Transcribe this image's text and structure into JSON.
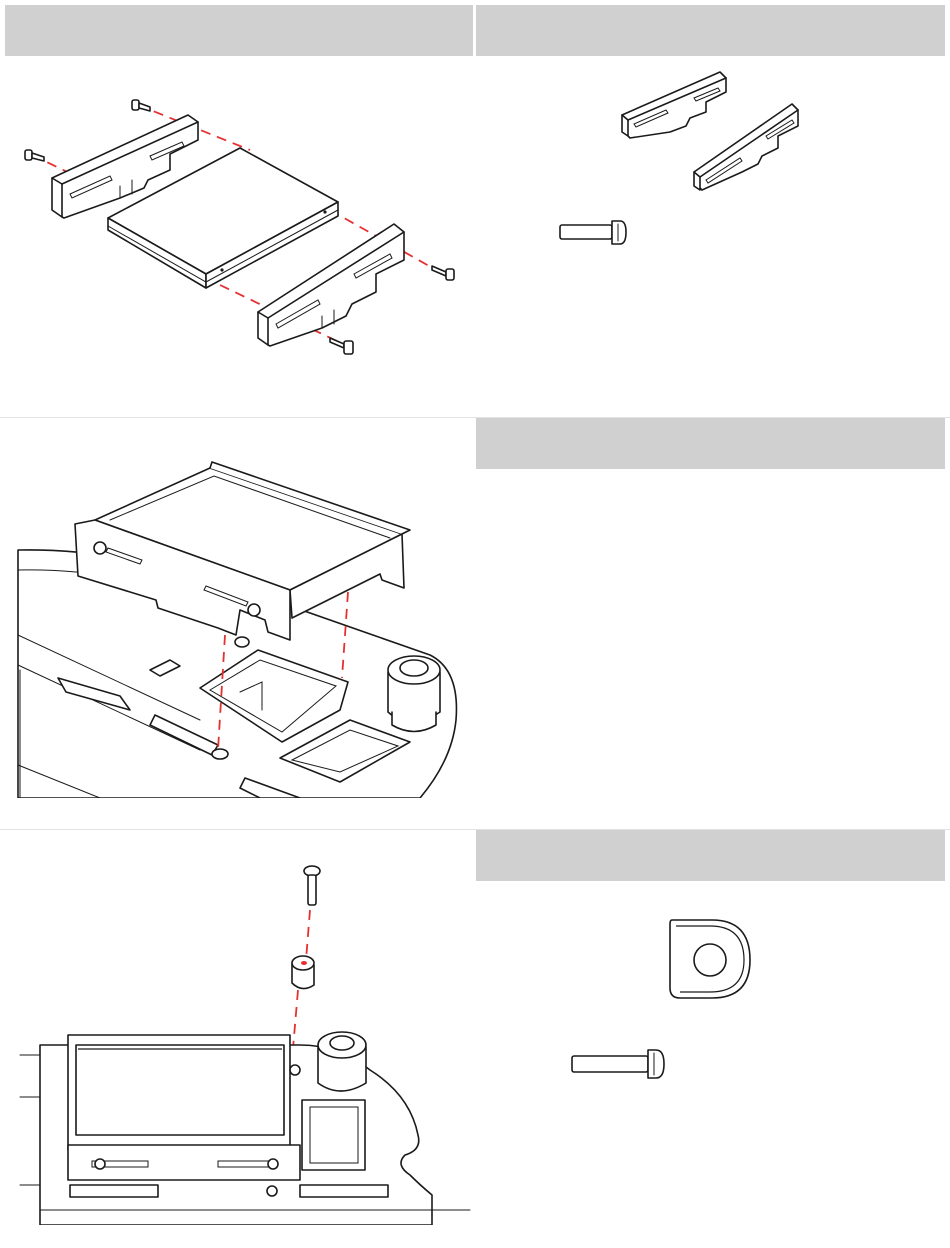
{
  "page": {
    "background": "#ffffff",
    "header_band_color": "#d0d0d0",
    "guide_line_color": "#e53030",
    "line_color": "#1a1a1a"
  },
  "header_bands": [
    {
      "id": "step1-header",
      "text": ""
    },
    {
      "id": "step1-parts-header",
      "text": ""
    },
    {
      "id": "step2-parts-header",
      "text": ""
    },
    {
      "id": "step3-parts-header",
      "text": ""
    }
  ],
  "illustrations": {
    "step1": {
      "icon": "drive-bracket-assembly-illustration"
    },
    "step1_parts": {
      "icons": [
        "mounting-bracket-icon",
        "mounting-bracket-icon",
        "drive-screw-icon"
      ]
    },
    "step2": {
      "icon": "drive-mounting-to-plate-illustration"
    },
    "step3": {
      "icon": "spacer-screw-installation-illustration"
    },
    "step3_parts": {
      "icons": [
        "d-shaped-spacer-icon",
        "long-screw-icon"
      ]
    }
  }
}
